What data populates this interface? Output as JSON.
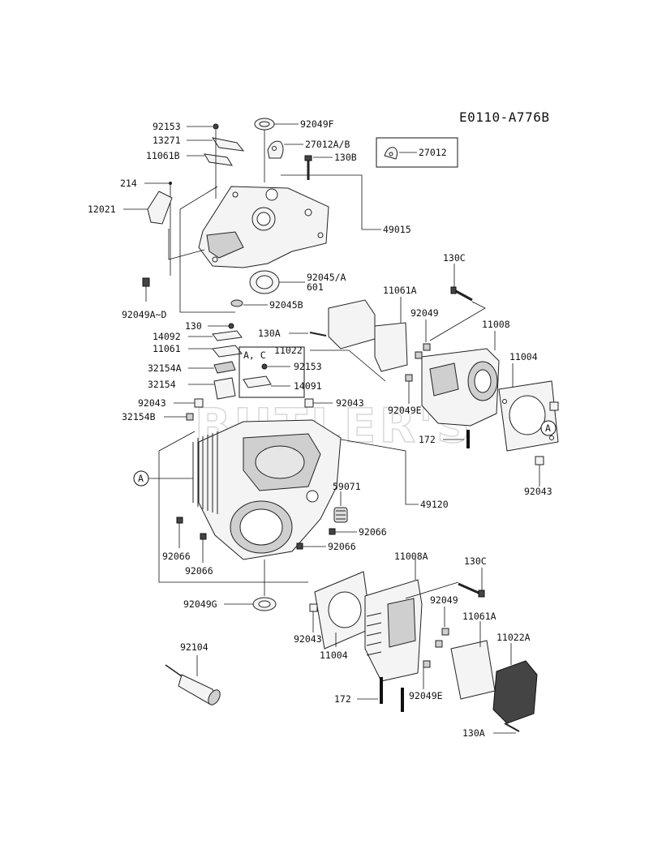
{
  "diagram_code": "E0110-A776B",
  "watermark": "BUTLER'S",
  "inset_label": "27012",
  "callout_a": "A",
  "sub_box_label": "A, C",
  "parts": {
    "p92153_top": "92153",
    "p13271": "13271",
    "p11061B": "11061B",
    "p214": "214",
    "p12021": "12021",
    "p92049F": "92049F",
    "p27012AB": "27012A/B",
    "p130B": "130B",
    "p49015": "49015",
    "p92045A": "92045/A",
    "p601": "601",
    "p92045B": "92045B",
    "p92049AD": "92049A~D",
    "p130C_top": "130C",
    "p11061A_top": "11061A",
    "p92049_top": "92049",
    "p11008": "11008",
    "p130_left": "130",
    "p14092": "14092",
    "p11061": "11061",
    "p130A_top": "130A",
    "p11022": "11022",
    "p32154A": "32154A",
    "p32154": "32154",
    "p92153_box": "92153",
    "p14091": "14091",
    "p92043_left": "92043",
    "p92043_mid": "92043",
    "p32154B": "32154B",
    "p92049E_top": "92049E",
    "p11004_top": "11004",
    "p172_top": "172",
    "p92043_right": "92043",
    "p59071": "59071",
    "p49120": "49120",
    "p92066_a": "92066",
    "p92066_b": "92066",
    "p92066_c": "92066",
    "p92066_d": "92066",
    "p11008A": "11008A",
    "p130C_bot": "130C",
    "p92049_bot": "92049",
    "p92049G": "92049G",
    "p92043_bot": "92043",
    "p11004_bot": "11004",
    "p11061A_bot": "11061A",
    "p11022A": "11022A",
    "p92104": "92104",
    "p172_bot": "172",
    "p92049E_bot": "92049E",
    "p130A_bot": "130A"
  }
}
